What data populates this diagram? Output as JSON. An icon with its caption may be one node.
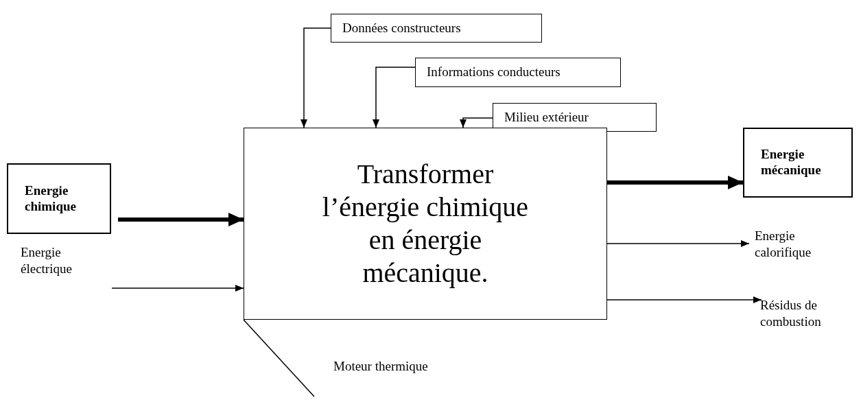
{
  "diagram": {
    "nodes": [
      {
        "text": [
          "Données constructeurs"
        ]
      },
      {
        "text": [
          "Informations conducteurs"
        ]
      },
      {
        "text": [
          "Milieu extérieur"
        ]
      },
      {
        "text": [
          "Transformer l’énergie chimique en énergie mécanique."
        ]
      },
      {
        "text": [
          "Energie chimique"
        ]
      },
      {
        "text": [
          "Energie électrique"
        ]
      },
      {
        "text": [
          "Energie mécanique"
        ]
      },
      {
        "text": [
          "Energie calorifique"
        ]
      },
      {
        "text": [
          "Résidus de combustion"
        ]
      },
      {
        "text": [
          "Moteur thermique"
        ]
      }
    ],
    "edges": [
      {
        "from": 0,
        "to": 3,
        "arrow": "to"
      },
      {
        "from": 1,
        "to": 3,
        "arrow": "to"
      },
      {
        "from": 2,
        "to": 3,
        "arrow": "to"
      },
      {
        "from": 4,
        "to": 3,
        "arrow": "to",
        "style": "thick"
      },
      {
        "from": 5,
        "to": 3,
        "arrow": "to"
      },
      {
        "from": 3,
        "to": 6,
        "arrow": "to",
        "style": "thick"
      },
      {
        "from": 3,
        "to": 7,
        "arrow": "to"
      },
      {
        "from": 3,
        "to": 8,
        "arrow": "to"
      },
      {
        "from": 3,
        "to": 9,
        "arrow": "none"
      }
    ]
  }
}
